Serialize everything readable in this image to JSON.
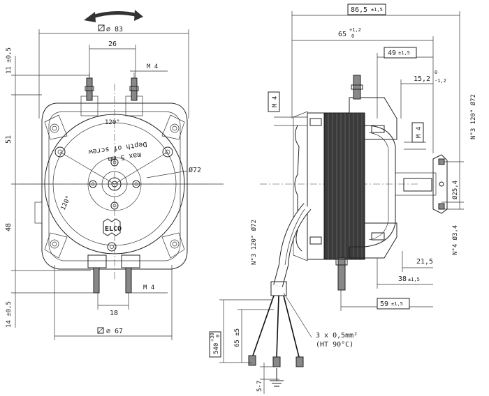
{
  "front_view": {
    "rotation_arrow": "curved-arrow-icon",
    "width_label": "∅ 83",
    "top_spacing": "26",
    "top_thread": "M 4",
    "dim_left_top": "11 ±0,5",
    "dim_left_upper": "51",
    "dim_left_lower": "48",
    "dim_left_bottom": "14 ±0,5",
    "bottom_spacing": "18",
    "bottom_thread": "M 4",
    "base_label": "∅ 67",
    "angle_top": "120°",
    "angle_left": "120°",
    "circle_dia": "Ø72",
    "label_line1": "Depth of screw",
    "label_line2": "max 5 mm",
    "logo": "ELCO-logo"
  },
  "side_view": {
    "overall_length": "86,5",
    "overall_length_tol": "±1,5",
    "length_65": "65",
    "length_65_tol_top": "+1,2",
    "length_65_tol_bottom": "0",
    "length_49": "49",
    "length_49_tol": "±1,5",
    "length_15": "15,2",
    "length_15_tol_top": "0",
    "length_15_tol_bottom": "-1,2",
    "top_thread": "M 4",
    "right_thread": "M 4",
    "holes_top": "N°3 120° Ø72",
    "holes_bottom": "N°3 120° Ø72",
    "shaft_dia": "Ø25,4",
    "hub_holes": "N°4 Ø3,4",
    "dim_21": "21,5",
    "dim_38": "38",
    "dim_38_tol": "±1,5",
    "dim_59": "59",
    "dim_59_tol": "±1,5",
    "cable_length": "540",
    "cable_length_tol_top": "+30",
    "cable_length_tol_bottom": "0",
    "strip_length": "65 ±5",
    "cable_spec_line1": "3 x 0,5mm²",
    "cable_spec_line2": "(HT 90°C)",
    "end_length": "5-7",
    "ground": "ground-symbol-icon"
  }
}
